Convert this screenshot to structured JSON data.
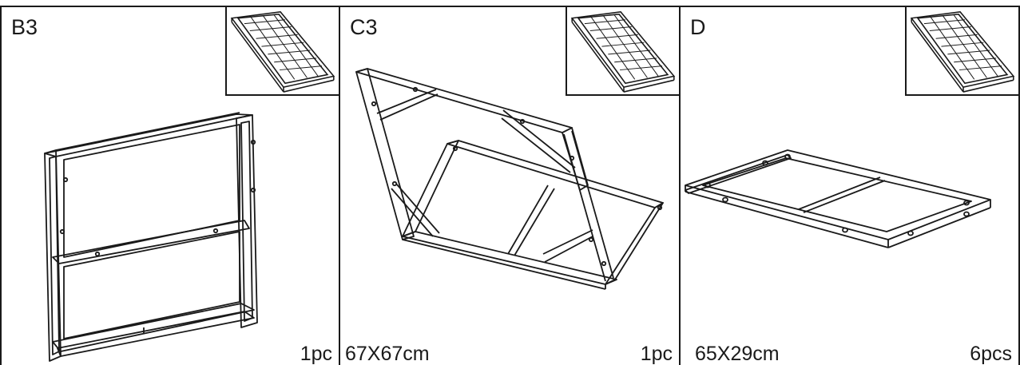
{
  "panels": [
    {
      "code": "B3",
      "size": "",
      "qty": "1pc",
      "thumbnail_icon": "frame-panel-icon"
    },
    {
      "code": "C3",
      "size": "67X67cm",
      "qty": "1pc",
      "thumbnail_icon": "frame-panel-icon"
    },
    {
      "code": "D",
      "size": "65X29cm",
      "qty": "6pcs",
      "thumbnail_icon": "frame-panel-icon"
    }
  ]
}
